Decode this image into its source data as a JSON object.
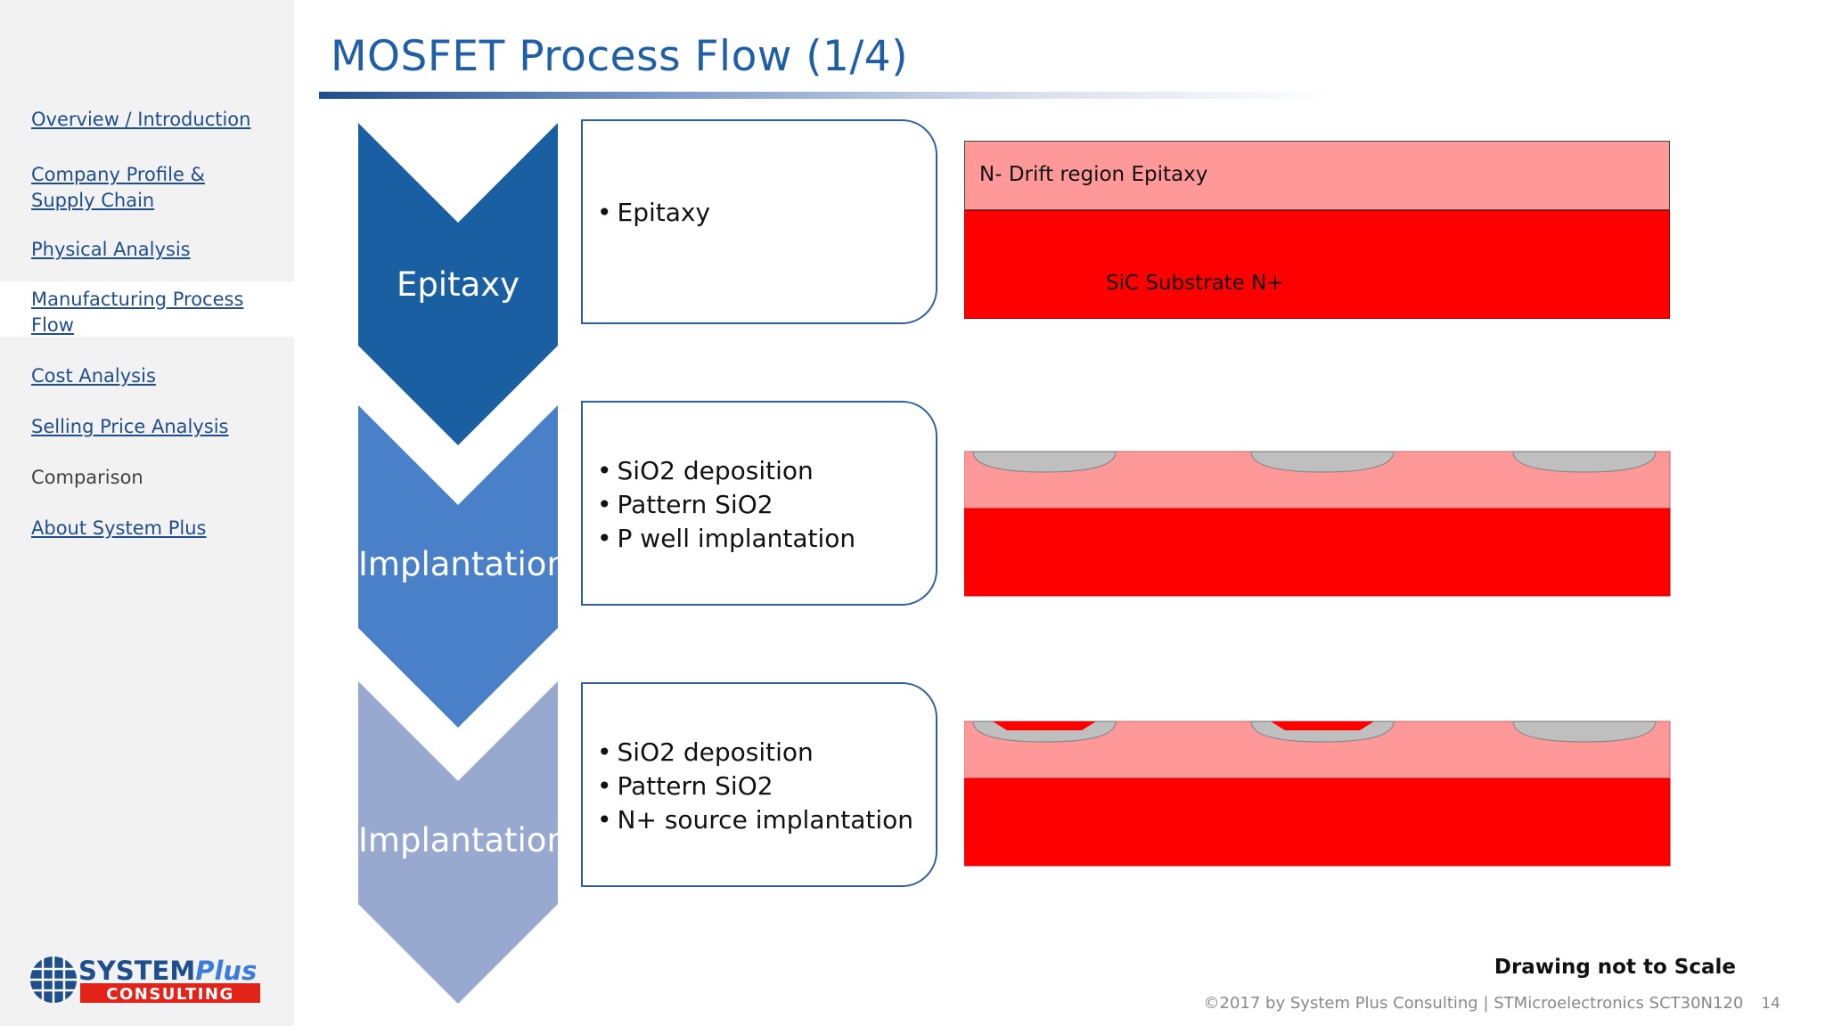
{
  "sidebar": {
    "items": [
      {
        "label": "Overview / Introduction"
      },
      {
        "label": "Company Profile & Supply Chain"
      },
      {
        "label": "Physical Analysis"
      },
      {
        "label": "Manufacturing Process Flow"
      },
      {
        "label": "Cost Analysis"
      },
      {
        "label": "Selling Price Analysis"
      },
      {
        "label": "Comparison"
      },
      {
        "label": "About System Plus"
      }
    ],
    "logo": {
      "line1": "SYSTEMPlus",
      "line2": "CONSULTING"
    }
  },
  "title": "MOSFET Process Flow (1/4)",
  "steps": [
    {
      "label": "Epitaxy",
      "color": "#1b5fa3",
      "bullets": [
        "Epitaxy"
      ]
    },
    {
      "label": "Implantation",
      "color": "#4a80c8",
      "bullets": [
        "SiO2 deposition",
        "Pattern SiO2",
        "P  well implantation"
      ]
    },
    {
      "label": "Implantation",
      "color": "#97a9cf",
      "bullets": [
        "SiO2 deposition",
        "Pattern SiO2",
        "N+ source implantation"
      ]
    }
  ],
  "diagram": {
    "drift_label": "N- Drift region Epitaxy",
    "substrate_label": "SiC Substrate N+",
    "colors": {
      "drift": "#ff9999",
      "substrate": "#ff0000",
      "oxide": "#bfbfbf"
    }
  },
  "note": "Drawing not to Scale",
  "footer": {
    "copyright": "©2017 by System Plus Consulting | STMicroelectronics SCT30N120",
    "page": "14"
  }
}
